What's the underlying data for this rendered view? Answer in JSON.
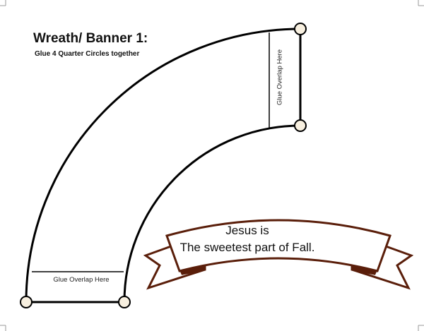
{
  "heading": {
    "title": "Wreath/ Banner 1:",
    "subtitle": "Glue 4  Quarter Circles together"
  },
  "glue_labels": {
    "bottom": "Glue Overlap Here",
    "right": "Glue Overlap Here"
  },
  "banner": {
    "line1": "Jesus is",
    "line2": "The sweetest part of Fall.",
    "color": "#5a1e0a"
  }
}
